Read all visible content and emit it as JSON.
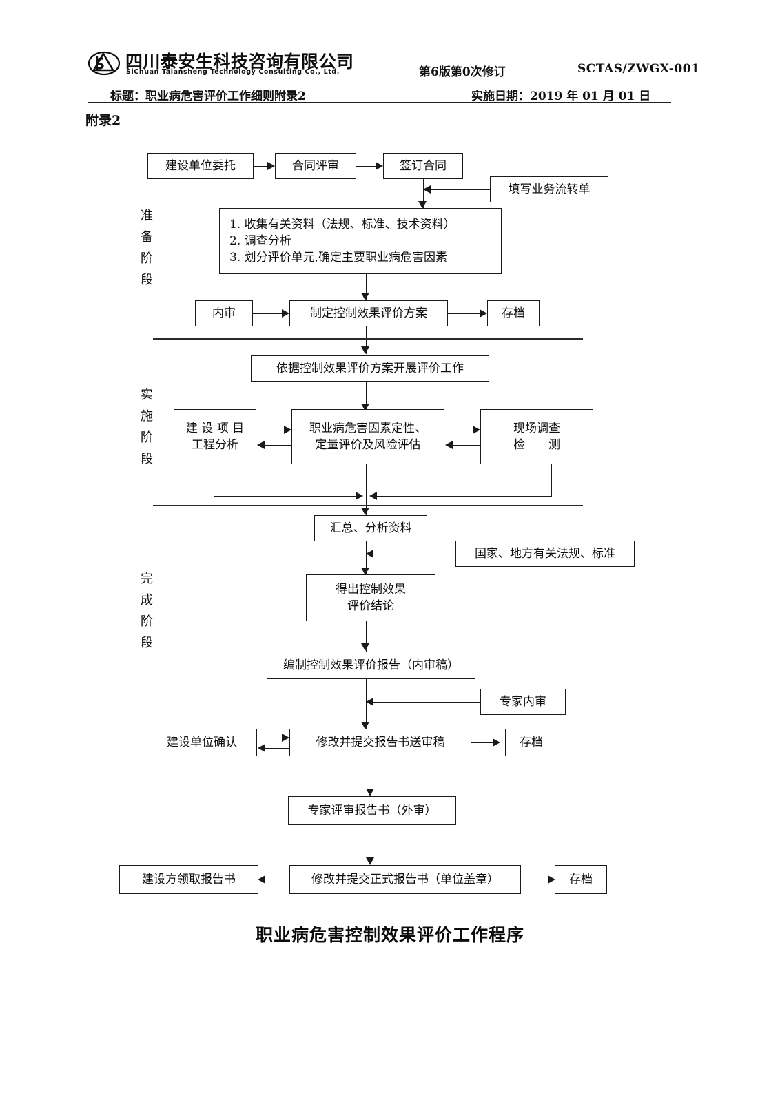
{
  "header": {
    "logo_icon": "company-triangle-ts-logo",
    "company_cn": "四川泰安生科技咨询有限公司",
    "company_en": "SiChuan Taiansheng Technology Consulting Co., Ltd.",
    "version": "第6版第0次修订",
    "doc_code": "SCTAS/ZWGX-001",
    "title_line": "标题：职业病危害评价工作细则附录2",
    "effective_date": "实施日期：2019 年 01 月 01 日"
  },
  "appendix_label": "附录2",
  "diagram": {
    "title": "职业病危害控制效果评价工作程序",
    "stages": [
      {
        "id": "preparation",
        "chars": [
          "准",
          "备",
          "阶",
          "段"
        ]
      },
      {
        "id": "implementation",
        "chars": [
          "实",
          "施",
          "阶",
          "段"
        ]
      },
      {
        "id": "completion",
        "chars": [
          "完",
          "成",
          "阶",
          "段"
        ]
      }
    ],
    "nodes": {
      "entrust": "建设单位委托",
      "contract_review": "合同评审",
      "sign_contract": "签订合同",
      "fill_transfer_form": "填写业务流转单",
      "prep_line1": "1. 收集有关资料（法规、标准、技术资料）",
      "prep_line2": "2. 调查分析",
      "prep_line3": "3. 划分评价单元,确定主要职业病危害因素",
      "internal_review": "内审",
      "make_plan": "制定控制效果评价方案",
      "archive_1": "存档",
      "carry_out": "依据控制效果评价方案开展评价工作",
      "project_analysis_l1": "建 设 项 目",
      "project_analysis_l2": "工程分析",
      "qualitative_l1": "职业病危害因素定性、",
      "qualitative_l2": "定量评价及风险评估",
      "site_survey_l1": "现场调查",
      "site_survey_l2": "检　　测",
      "summarize": "汇总、分析资料",
      "laws_standards": "国家、地方有关法规、标准",
      "conclusion_l1": "得出控制效果",
      "conclusion_l2": "评价结论",
      "draft_report": "编制控制效果评价报告（内审稿）",
      "expert_internal_review": "专家内审",
      "owner_confirm": "建设单位确认",
      "revise_submit_review": "修改并提交报告书送审稿",
      "archive_2": "存档",
      "expert_external_review": "专家评审报告书（外审）",
      "owner_receive": "建设方领取报告书",
      "revise_submit_final": "修改并提交正式报告书（单位盖章）",
      "archive_3": "存档"
    }
  }
}
